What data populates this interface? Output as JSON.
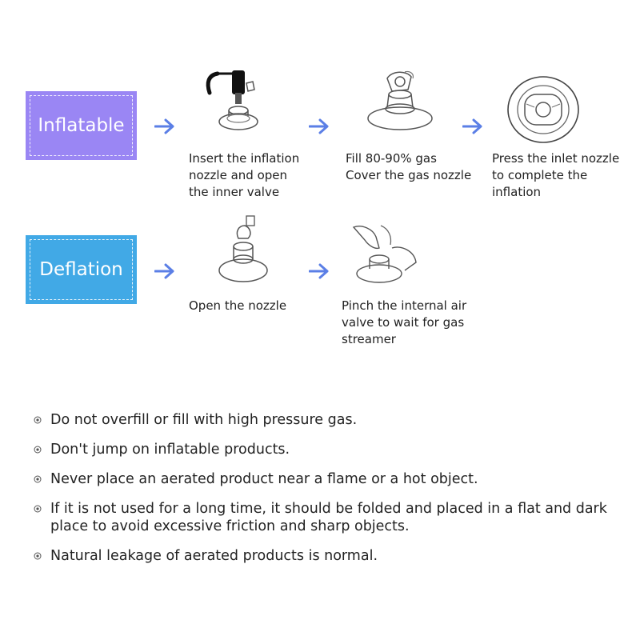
{
  "inflation": {
    "label": "Inflatable",
    "steps": [
      {
        "icon": "inflation-nozzle-icon",
        "caption": "Insert the inflation\nnozzle and open\nthe inner valve"
      },
      {
        "icon": "fill-valve-icon",
        "caption": "Fill 80-90% gas\nCover the gas nozzle"
      },
      {
        "icon": "press-valve-icon",
        "caption": "Press the inlet nozzle\nto complete the\ninflation"
      }
    ]
  },
  "deflation": {
    "label": "Deflation",
    "steps": [
      {
        "icon": "open-nozzle-icon",
        "caption": "Open the nozzle"
      },
      {
        "icon": "pinch-valve-icon",
        "caption": "Pinch the internal air\nvalve to wait for gas\nstreamer"
      }
    ]
  },
  "notes": [
    "Do not overfill or fill with high pressure gas.",
    "Don't jump on inflatable products.",
    "Never place an aerated product near a flame or a hot object.",
    "If it is not used for a long time, it should be folded and placed in a flat and dark place to avoid excessive friction and sharp objects.",
    "Natural leakage of aerated products is normal."
  ],
  "colors": {
    "inflatable_bg": "#9a86f4",
    "deflation_bg": "#41a9e6",
    "arrow": "#5b7fe6"
  }
}
